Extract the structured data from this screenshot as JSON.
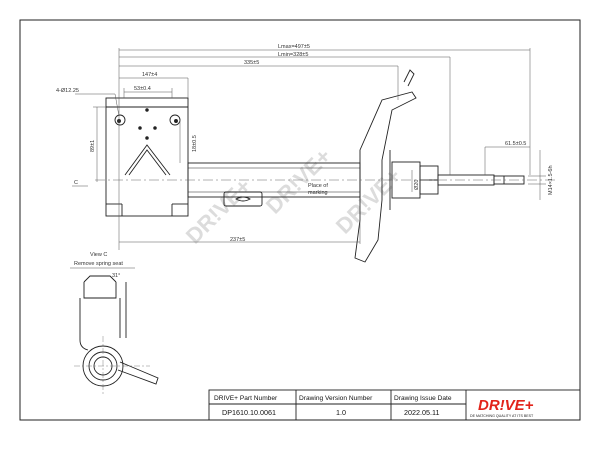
{
  "drawing": {
    "dimensions": {
      "l_max": "Lmax=497±5",
      "l_min": "Lmin=328±5",
      "d335": "335±5",
      "d147": "147±4",
      "d53": "53±0.4",
      "d237": "237±5",
      "d615": "61.5±0.5",
      "hole": "4-Ø12.25",
      "h89": "89±1",
      "h18": "18±0.5",
      "thread": "M14×1.5-6h",
      "d20": "Ø20",
      "d31": "31°",
      "c_mark": "C"
    },
    "notes": {
      "view_c": "View C",
      "remove_spring_seat": "Remove spring seat",
      "place_marking_1": "Place of",
      "place_marking_2": "marking"
    },
    "watermark": "DR!VE+"
  },
  "title_block": {
    "headers": [
      "DRIVE+ Part Number",
      "Drawing Version  Number",
      "Drawing Issue Date"
    ],
    "values": [
      "DP1610.10.0061",
      "1.0",
      "2022.05.11"
    ]
  },
  "logo": {
    "text": "DR!VE+",
    "tagline": "DE MATCHING QUALITY AT ITS BEST",
    "accent_color": "#e2231a"
  },
  "colors": {
    "line": "#222222",
    "thin": "#555555",
    "watermark": "#d8d8d8"
  }
}
